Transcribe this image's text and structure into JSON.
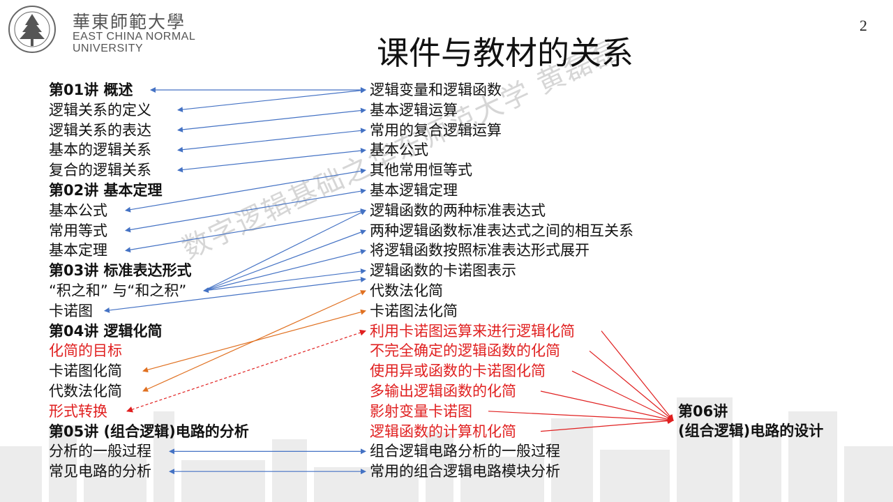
{
  "header": {
    "logo_cn": "華東師範大學",
    "logo_en_line1": "EAST CHINA NORMAL",
    "logo_en_line2": "UNIVERSITY",
    "page_number": "2"
  },
  "title": "课件与教材的关系",
  "watermark": "数字逻辑基础之华东师范大学 黄磊磊",
  "left_column": [
    {
      "text": "第01讲   概述",
      "bold": true,
      "red": false
    },
    {
      "text": "逻辑关系的定义",
      "bold": false,
      "red": false
    },
    {
      "text": "逻辑关系的表达",
      "bold": false,
      "red": false
    },
    {
      "text": "基本的逻辑关系",
      "bold": false,
      "red": false
    },
    {
      "text": "复合的逻辑关系",
      "bold": false,
      "red": false
    },
    {
      "text": "第02讲   基本定理",
      "bold": true,
      "red": false
    },
    {
      "text": "基本公式",
      "bold": false,
      "red": false
    },
    {
      "text": "常用等式",
      "bold": false,
      "red": false
    },
    {
      "text": "基本定理",
      "bold": false,
      "red": false
    },
    {
      "text": "第03讲   标准表达形式",
      "bold": true,
      "red": false
    },
    {
      "text": "“积之和” 与“和之积”",
      "bold": false,
      "red": false
    },
    {
      "text": "卡诺图",
      "bold": false,
      "red": false
    },
    {
      "text": "第04讲   逻辑化简",
      "bold": true,
      "red": false
    },
    {
      "text": "化简的目标",
      "bold": false,
      "red": true
    },
    {
      "text": "卡诺图化简",
      "bold": false,
      "red": false
    },
    {
      "text": "代数法化简",
      "bold": false,
      "red": false
    },
    {
      "text": "形式转换",
      "bold": false,
      "red": true
    },
    {
      "text": "第05讲   (组合逻辑)电路的分析",
      "bold": true,
      "red": false
    },
    {
      "text": "分析的一般过程",
      "bold": false,
      "red": false
    },
    {
      "text": "常见电路的分析",
      "bold": false,
      "red": false
    }
  ],
  "right_column": [
    {
      "text": "逻辑变量和逻辑函数",
      "red": false
    },
    {
      "text": "基本逻辑运算",
      "red": false
    },
    {
      "text": "常用的复合逻辑运算",
      "red": false
    },
    {
      "text": "基本公式",
      "red": false
    },
    {
      "text": "其他常用恒等式",
      "red": false
    },
    {
      "text": "基本逻辑定理",
      "red": false
    },
    {
      "text": "逻辑函数的两种标准表达式",
      "red": false
    },
    {
      "text": "两种逻辑函数标准表达式之间的相互关系",
      "red": false
    },
    {
      "text": "将逻辑函数按照标准表达形式展开",
      "red": false
    },
    {
      "text": "逻辑函数的卡诺图表示",
      "red": false
    },
    {
      "text": "代数法化简",
      "red": false
    },
    {
      "text": "卡诺图法化简",
      "red": false
    },
    {
      "text": "利用卡诺图运算来进行逻辑化简",
      "red": true
    },
    {
      "text": "不完全确定的逻辑函数的化简",
      "red": true
    },
    {
      "text": "使用异或函数的卡诺图化简",
      "red": true
    },
    {
      "text": "多输出逻辑函数的化简",
      "red": true
    },
    {
      "text": "影射变量卡诺图",
      "red": true
    },
    {
      "text": "逻辑函数的计算机化简",
      "red": true
    },
    {
      "text": "组合逻辑电路分析的一般过程",
      "red": false
    },
    {
      "text": "常用的组合逻辑电路模块分析",
      "red": false
    }
  ],
  "lecture06": {
    "line1": "第06讲",
    "line2": "(组合逻辑)电路的设计"
  },
  "colors": {
    "blue_arrow": "#4472c4",
    "orange_arrow": "#e07020",
    "red_arrow": "#e02020",
    "red_text": "#e02020"
  }
}
